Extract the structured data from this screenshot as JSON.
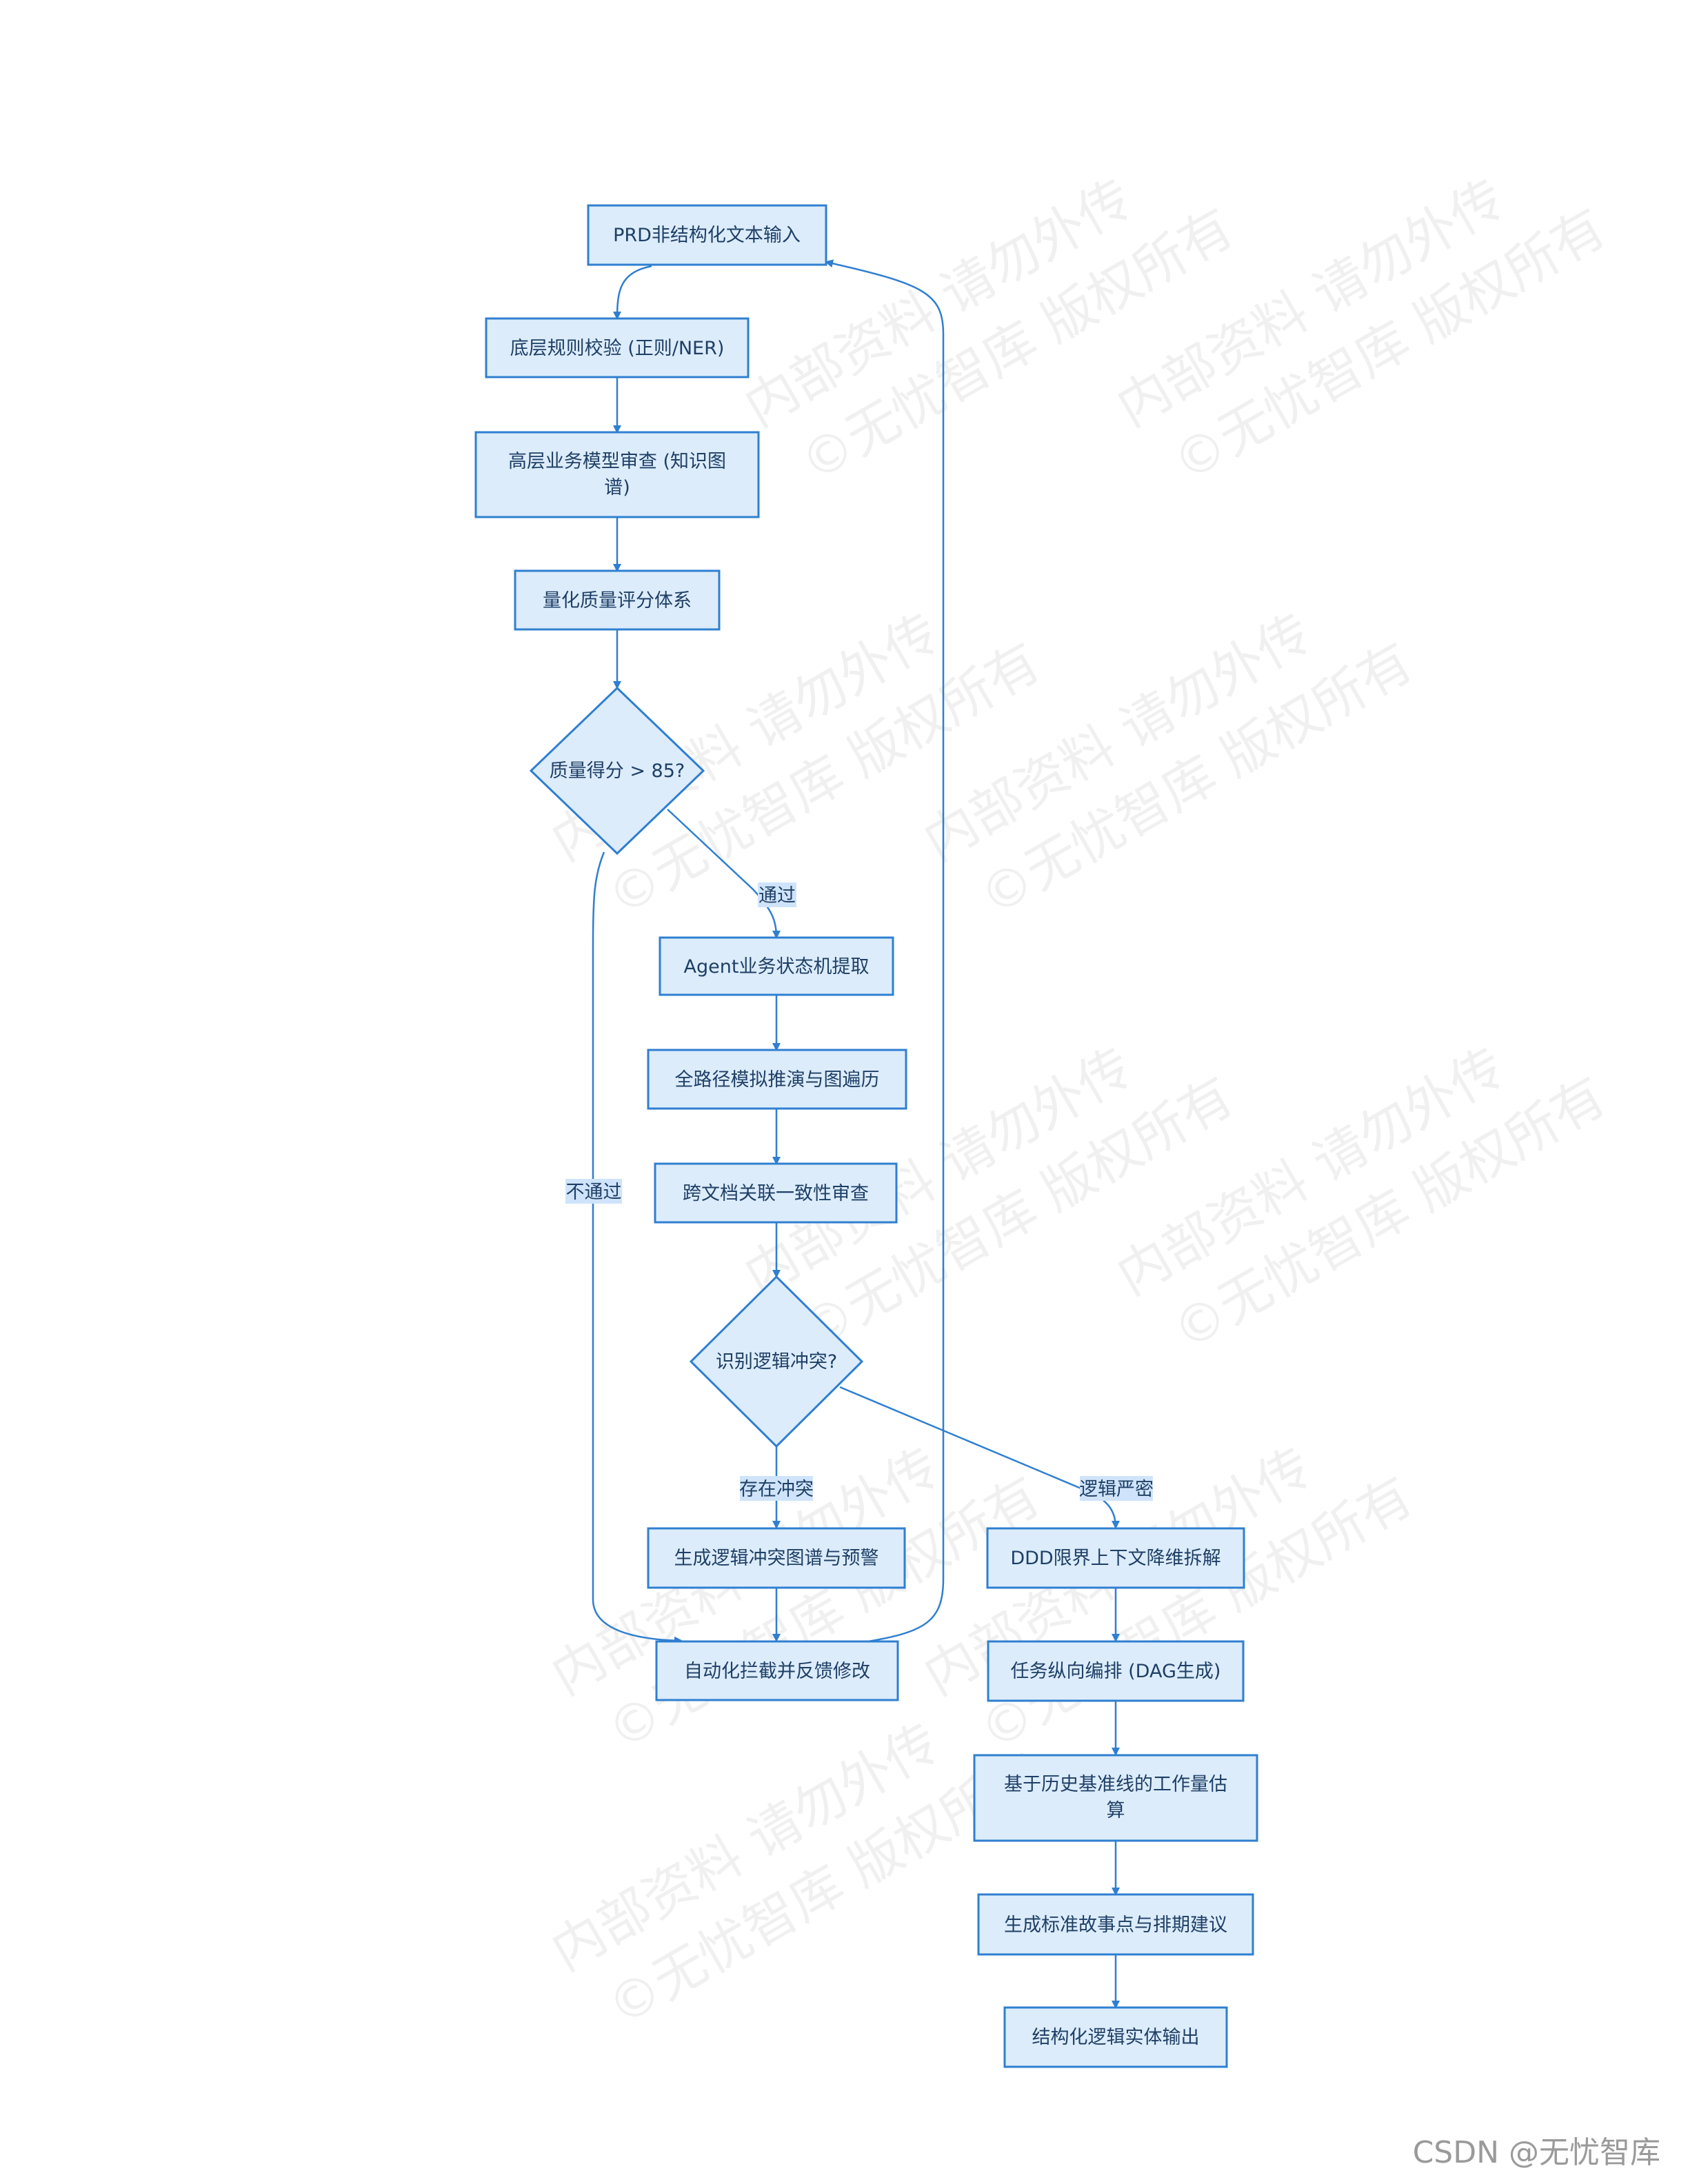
{
  "nodes": {
    "prd_input": "PRD非结构化文本输入",
    "rule_check_line1": "底层规则校验 (正则/NER)",
    "model_review_line1": "高层业务模型审查 (知识图",
    "model_review_line2": "谱)",
    "quality_scoring": "量化质量评分体系",
    "quality_decision": "质量得分 > 85?",
    "state_machine": "Agent业务状态机提取",
    "path_simulation": "全路径模拟推演与图遍历",
    "consistency_review": "跨文档关联一致性审查",
    "conflict_decision": "识别逻辑冲突?",
    "conflict_graph": "生成逻辑冲突图谱与预警",
    "auto_block": "自动化拦截并反馈修改",
    "ddd_decompose": "DDD限界上下文降维拆解",
    "dag_orchestration": "任务纵向编排 (DAG生成)",
    "estimate_line1": "基于历史基准线的工作量估",
    "estimate_line2": "算",
    "story_points": "生成标准故事点与排期建议",
    "structured_output": "结构化逻辑实体输出"
  },
  "edge_labels": {
    "pass": "通过",
    "fail": "不通过",
    "conflict": "存在冲突",
    "rigorous": "逻辑严密"
  },
  "watermark": {
    "line1": "内部资料 请勿外传",
    "line2": "©无忧智库 版权所有"
  },
  "footer": "CSDN @无忧智库"
}
